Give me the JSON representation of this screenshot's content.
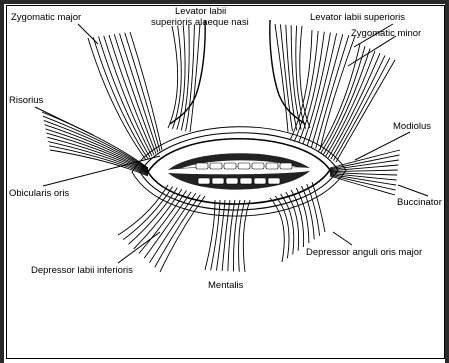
{
  "labels": {
    "zygomatic_major": "Zygomatic major",
    "levator_labii_sup_alaeque_1": "Levator labii",
    "levator_labii_sup_alaeque_2": "superioris alaeque nasi",
    "levator_labii_superioris": "Levator labii superioris",
    "zygomatic_minor": "Zygomatic minor",
    "risorius": "Risorius",
    "modiolus": "Modiolus",
    "buccinator": "Buccinator",
    "obicularis_oris": "Obicularis oris",
    "depressor_labii_inferioris": "Depressor labii inferioris",
    "mentalis": "Mentalis",
    "depressor_anguli_oris_major": "Depressor anguli oris major"
  },
  "colors": {
    "ink": "#000000",
    "background": "#ffffff",
    "teeth_fill": "#ffffff"
  }
}
